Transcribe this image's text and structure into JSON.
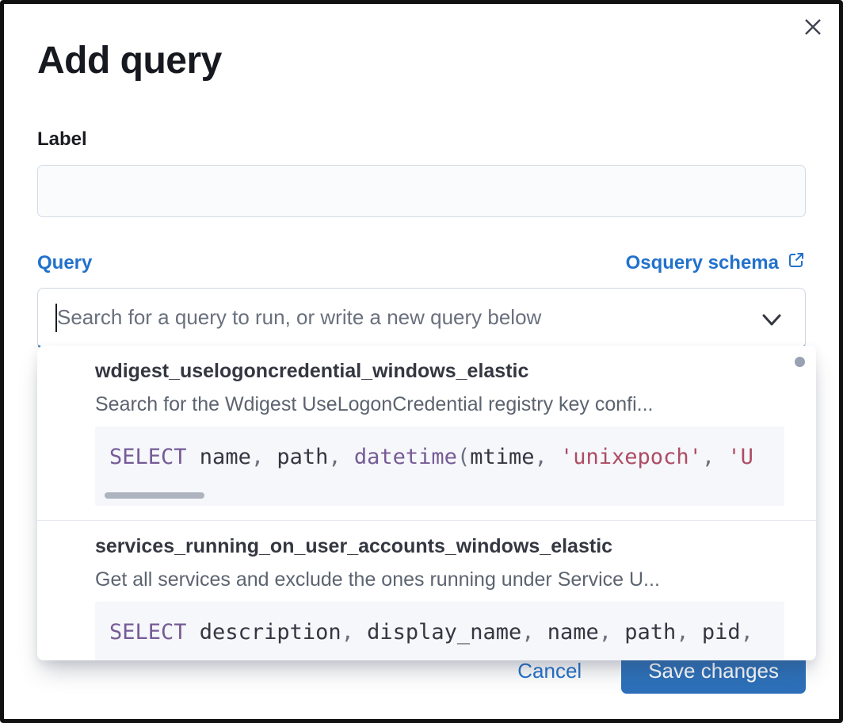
{
  "modal": {
    "title": "Add query"
  },
  "label_field": {
    "label": "Label",
    "value": "",
    "placeholder": ""
  },
  "query_field": {
    "label": "Query",
    "value": "",
    "placeholder": "Search for a query to run, or write a new query below",
    "schema_link_label": "Osquery schema"
  },
  "dropdown": {
    "items": [
      {
        "title": "wdigest_uselogoncredential_windows_elastic",
        "description": "Search for the Wdigest UseLogonCredential registry key confi...",
        "code_tokens": [
          {
            "type": "kw",
            "text": "SELECT"
          },
          {
            "type": "plain",
            "text": " name"
          },
          {
            "type": "punct",
            "text": ","
          },
          {
            "type": "plain",
            "text": " path"
          },
          {
            "type": "punct",
            "text": ","
          },
          {
            "type": "kw",
            "text": " datetime"
          },
          {
            "type": "punct",
            "text": "("
          },
          {
            "type": "plain",
            "text": "mtime"
          },
          {
            "type": "punct",
            "text": ","
          },
          {
            "type": "str",
            "text": " 'unixepoch'"
          },
          {
            "type": "punct",
            "text": ","
          },
          {
            "type": "str",
            "text": " 'U"
          }
        ]
      },
      {
        "title": "services_running_on_user_accounts_windows_elastic",
        "description": "Get all services and exclude the ones running under Service U...",
        "code_tokens": [
          {
            "type": "kw",
            "text": "SELECT"
          },
          {
            "type": "plain",
            "text": " description"
          },
          {
            "type": "punct",
            "text": ","
          },
          {
            "type": "plain",
            "text": " display_name"
          },
          {
            "type": "punct",
            "text": ","
          },
          {
            "type": "plain",
            "text": " name"
          },
          {
            "type": "punct",
            "text": ","
          },
          {
            "type": "plain",
            "text": " path"
          },
          {
            "type": "punct",
            "text": ","
          },
          {
            "type": "plain",
            "text": " pid"
          },
          {
            "type": "punct",
            "text": ","
          }
        ]
      }
    ]
  },
  "footer": {
    "cancel_label": "Cancel",
    "save_label": "Save changes"
  },
  "icons": {
    "close": "✕",
    "external-link": "↗",
    "chevron-down": "⌄",
    "scrollbar-dot": "●"
  },
  "colors": {
    "primary_blue": "#2271cc",
    "save_button_blue": "#2d70b9",
    "focus_underline_blue": "#2e6fc4",
    "code_keyword_purple": "#765b96",
    "code_string_rose": "#ad4c64",
    "code_text": "#343741",
    "muted_text": "#69707d",
    "code_background": "#f5f7fa",
    "input_background": "#fafbfd",
    "border_gray": "#d3dae6"
  }
}
